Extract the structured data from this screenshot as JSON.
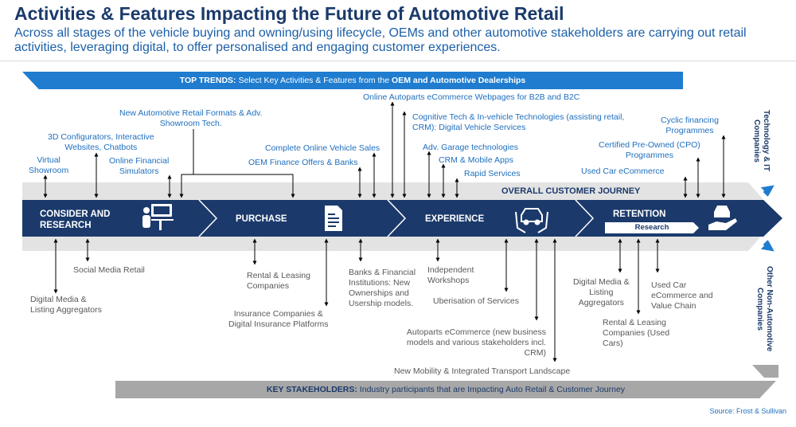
{
  "title": "Activities & Features Impacting the Future of Automotive Retail",
  "subtitle": "Across all stages of the vehicle buying and owning/using lifecycle, OEMs and other automotive stakeholders  are carrying out retail activities, leveraging digital, to offer personalised and engaging customer experiences.",
  "top_trends": {
    "prefix": "TOP TRENDS:",
    "text": " Select Key Activities & Features from the ",
    "emphasis": "OEM and Automotive Dealerships"
  },
  "journey": {
    "label": "OVERALL CUSTOMER JOURNEY",
    "stages": [
      "CONSIDER AND\nRESEARCH",
      "PURCHASE",
      "EXPERIENCE",
      "RETENTION"
    ],
    "research_tag": "Research"
  },
  "top_labels": [
    "Virtual\nShowroom",
    "3D Configurators, Interactive\nWebsites, Chatbots",
    "New Automotive Retail Formats & Adv.\nShowroom Tech.",
    "Online Financial\nSimulators",
    "Complete Online Vehicle Sales",
    "OEM Finance Offers  & Banks",
    "Online Autoparts eCommerce Webpages for B2B and B2C",
    "Cognitive Tech & In-vehicle Technologies (assisting retail,\nCRM): Digital Vehicle Services",
    "Adv. Garage technologies",
    "CRM & Mobile Apps",
    "Rapid Services",
    "Cyclic financing\nProgrammes",
    "Certified Pre-Owned (CPO)\nProgrammes",
    "Used Car eCommerce"
  ],
  "bottom_labels": [
    "Social Media Retail",
    "Digital Media &\nListing Aggregators",
    "Rental & Leasing\nCompanies",
    "Insurance Companies &\nDigital Insurance Platforms",
    "Banks & Financial\nInstitutions: New\nOwnerships and\nUsership models.",
    "Independent\nWorkshops",
    "Uberisation of Services",
    "Autoparts eCommerce (new business\nmodels and various stakeholders incl.\nCRM)",
    "New Mobility & Integrated Transport Landscape",
    "Digital Media &\nListing\nAggregators",
    "Used Car\neCommerce and\nValue Chain",
    "Rental & Leasing\nCompanies (Used\nCars)"
  ],
  "side_labels": {
    "top": "Technology  & IT\nCompanies",
    "bottom": "Other Non-Automotive\nCompanies"
  },
  "key_stakeholders": {
    "prefix": "KEY STAKEHOLDERS:",
    "text": " Industry participants that are Impacting Auto Retail & Customer Journey"
  },
  "source": "Source: Frost & Sullivan",
  "colors": {
    "navy": "#1b3a6b",
    "blue": "#1f7ccf",
    "gray": "#a7a7a7",
    "light_gray": "#e3e3e3",
    "label_blue": "#1f6fbf",
    "label_gray": "#595959"
  },
  "icons": [
    "desktop-user-icon",
    "document-icon",
    "car-hands-icon",
    "car-hand-icon"
  ]
}
